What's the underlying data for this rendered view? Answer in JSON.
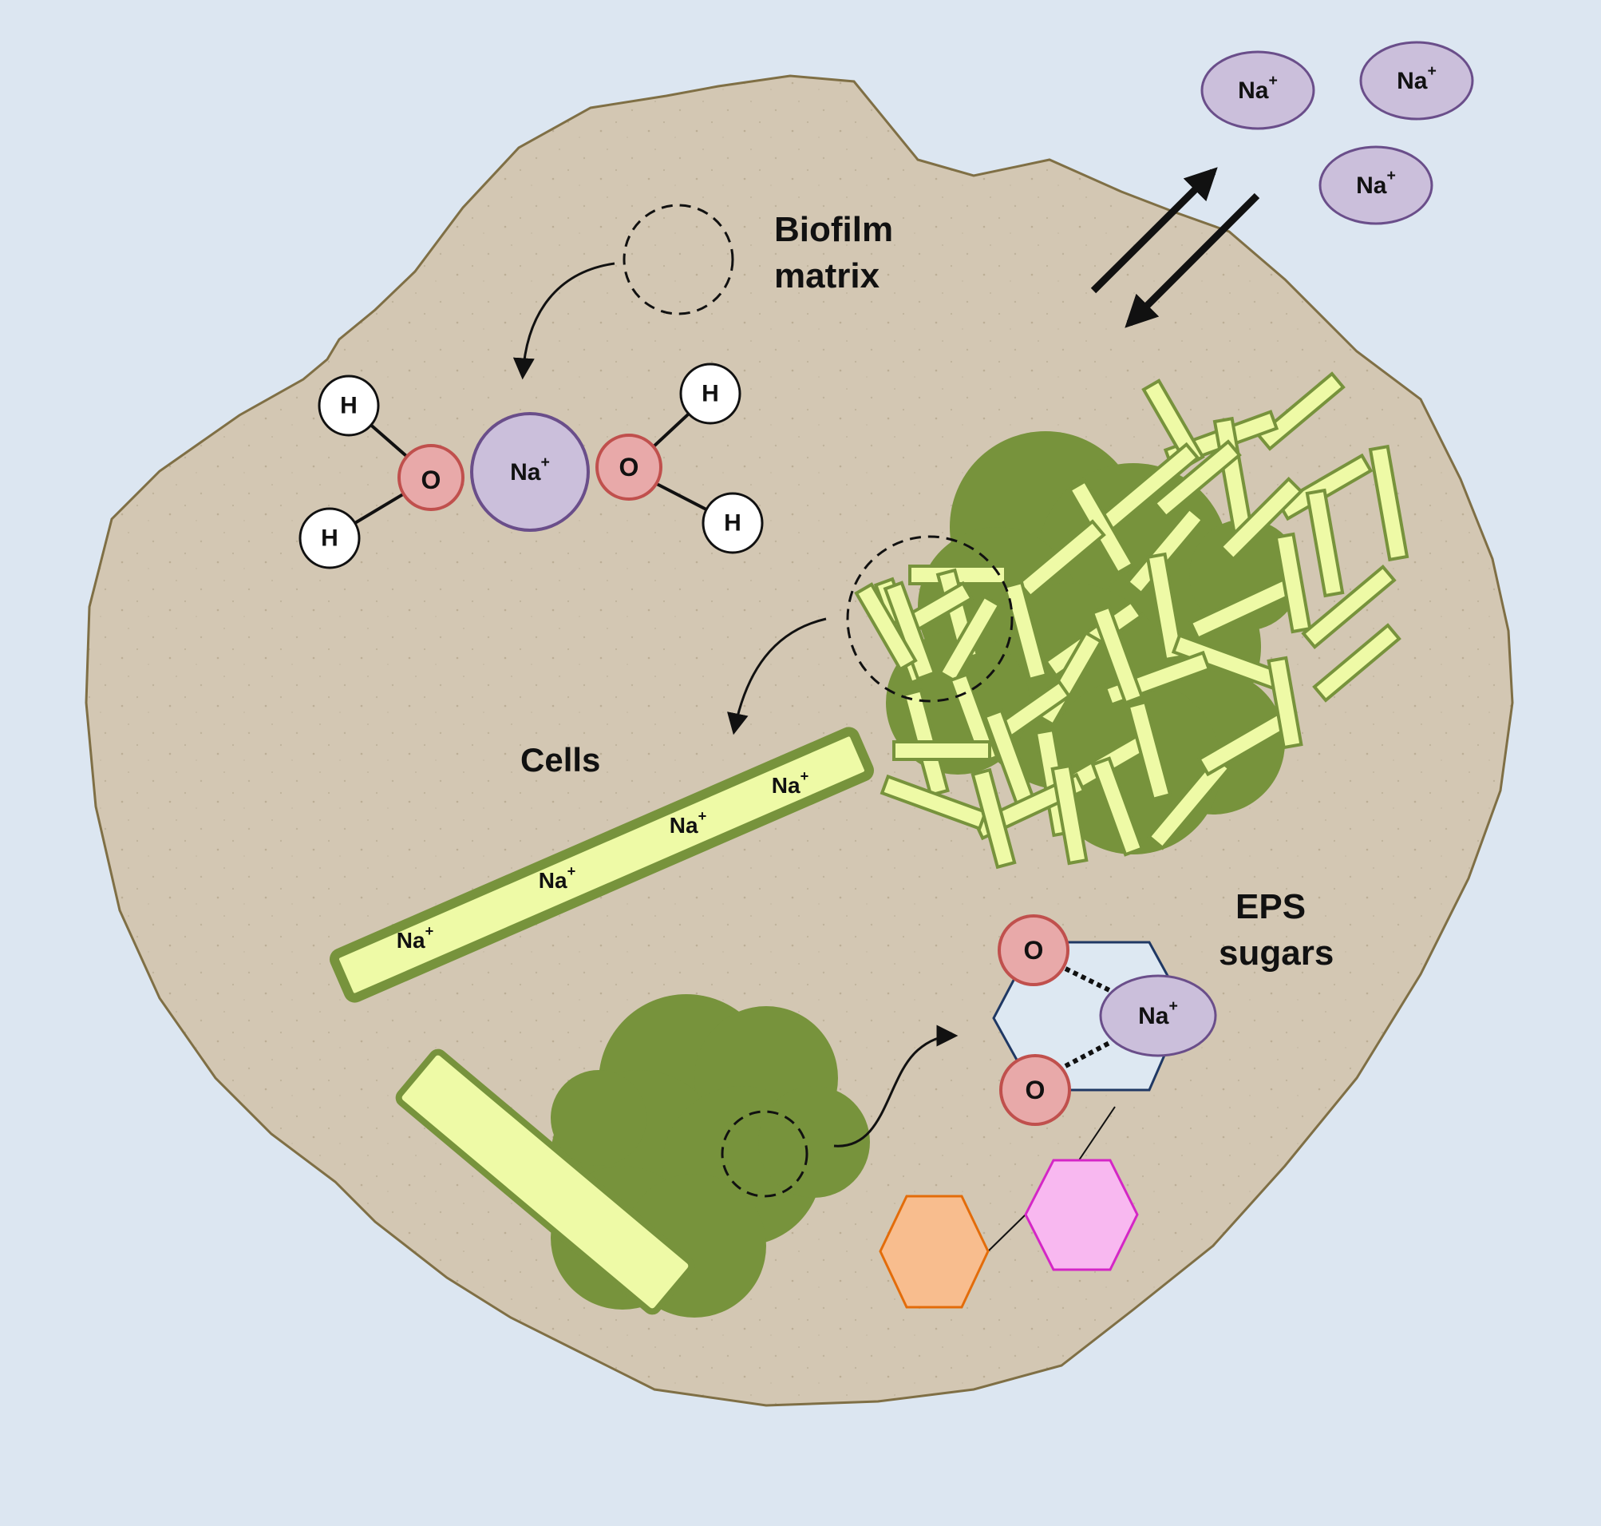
{
  "labels": {
    "biofilm_line1": "Biofilm",
    "biofilm_line2": "matrix",
    "cells": "Cells",
    "eps_line1": "EPS",
    "eps_line2": "sugars"
  },
  "atoms": {
    "hydrogen": "H",
    "oxygen": "O",
    "sodium": "Na",
    "charge": "+"
  },
  "colors": {
    "background": "#dce6f1",
    "biofilm": "#d3c7b3",
    "biofilm_edge": "#7f6f45",
    "sodium_fill": "#cbbfdb",
    "sodium_edge": "#6a4e8a",
    "oxygen_fill": "#e8a9a9",
    "oxygen_edge": "#c0504d",
    "cell_fill": "#eefaa6",
    "cell_edge": "#77933c",
    "eps_cluster": "#77933c",
    "sugar_ring": "#dde8f2",
    "sugar_ring_edge": "#1f3864",
    "hex_orange": "#f8bd8e",
    "hex_orange_edge": "#e36c0a",
    "hex_pink": "#f8b8f0",
    "hex_pink_edge": "#d426c6"
  },
  "icons": [
    "double-arrow-icon",
    "dashed-circle-icon",
    "curved-arrow-icon",
    "hexagon-icon"
  ]
}
